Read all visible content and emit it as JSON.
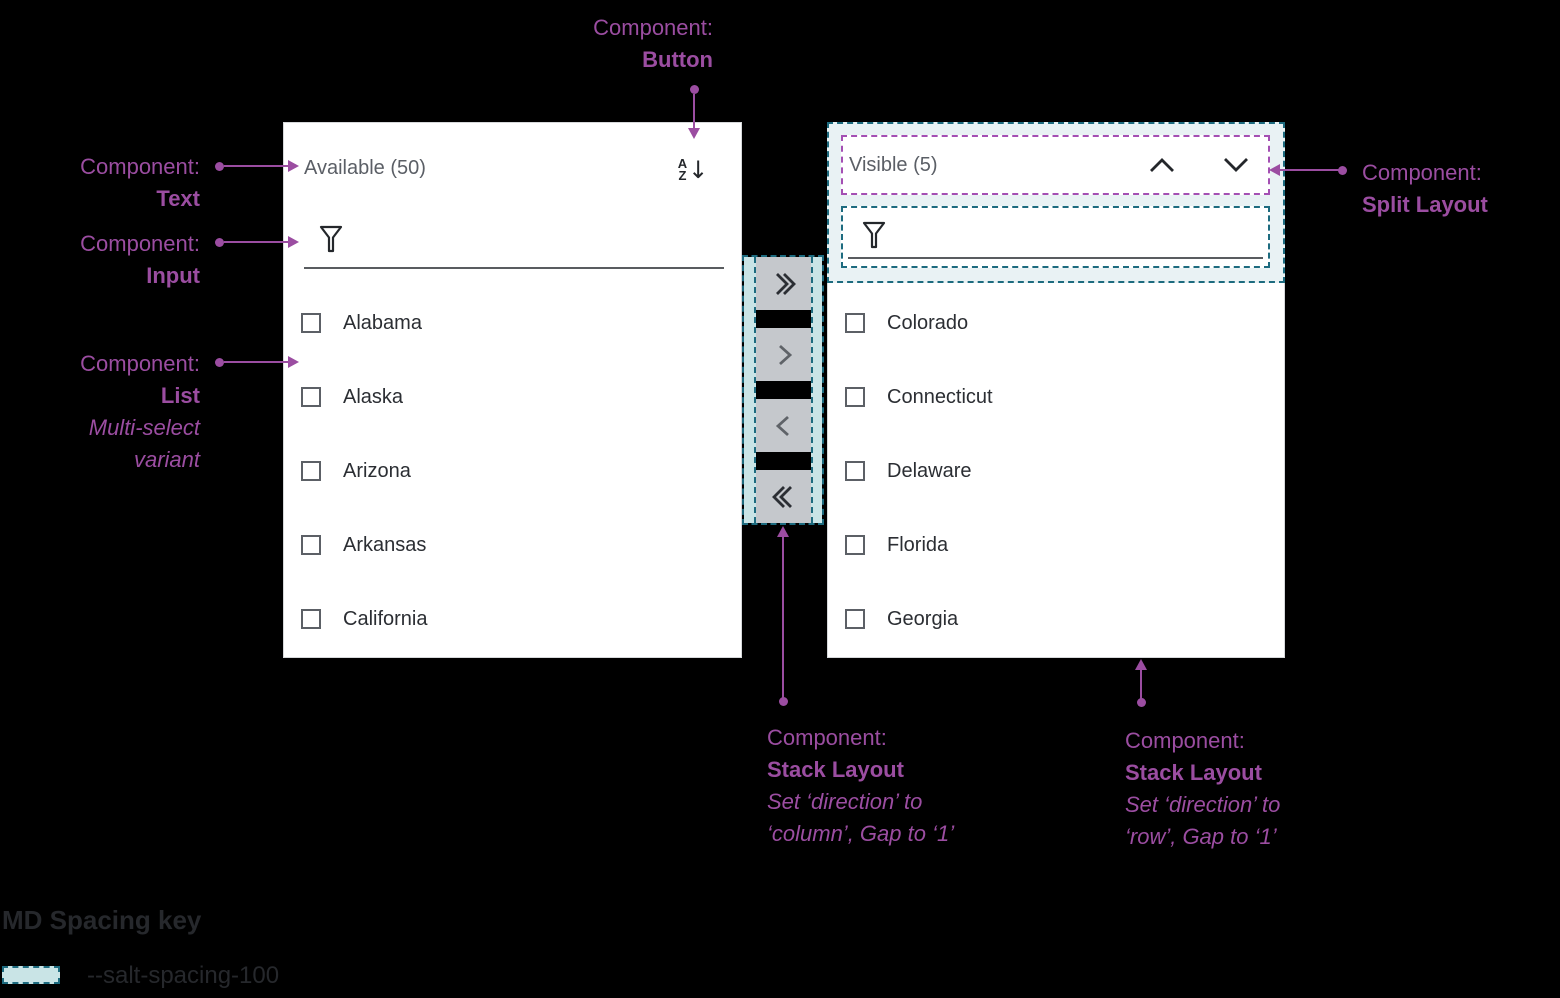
{
  "colors": {
    "page_bg": "#000000",
    "panel_bg": "#ffffff",
    "annotation_purple": "#9b4da1",
    "purple_dash_border": "#a44fb3",
    "teal_dash_border": "#1d6b7f",
    "teal_spacing_fill": "#c9e4e6",
    "transfer_button_bg": "#c5c8cc",
    "title_text": "#5b5f66",
    "list_text": "#2b2e33"
  },
  "left_panel": {
    "title": "Available (50)",
    "sort_icon": "sort-az-descending-icon",
    "filter": {
      "value": "",
      "icon": "filter-funnel-icon"
    },
    "items": [
      {
        "label": "Alabama",
        "checked": false
      },
      {
        "label": "Alaska",
        "checked": false
      },
      {
        "label": "Arizona",
        "checked": false
      },
      {
        "label": "Arkansas",
        "checked": false
      },
      {
        "label": "California",
        "checked": false
      }
    ]
  },
  "right_panel": {
    "title": "Visible (5)",
    "reorder_icons": [
      "chevron-up-icon",
      "chevron-down-icon"
    ],
    "filter": {
      "value": "",
      "icon": "filter-funnel-icon"
    },
    "items": [
      {
        "label": "Colorado",
        "checked": false
      },
      {
        "label": "Connecticut",
        "checked": false
      },
      {
        "label": "Delaware",
        "checked": false
      },
      {
        "label": "Florida",
        "checked": false
      },
      {
        "label": "Georgia",
        "checked": false
      }
    ]
  },
  "transfer_buttons": [
    {
      "icon": "double-chevron-right-icon"
    },
    {
      "icon": "chevron-right-icon"
    },
    {
      "icon": "chevron-left-icon"
    },
    {
      "icon": "double-chevron-left-icon"
    }
  ],
  "annotations": {
    "button": {
      "prefix": "Component:",
      "name": "Button"
    },
    "text": {
      "prefix": "Component:",
      "name": "Text"
    },
    "input": {
      "prefix": "Component:",
      "name": "Input"
    },
    "list": {
      "prefix": "Component:",
      "name": "List",
      "variant_line1": "Multi-select",
      "variant_line2": "variant"
    },
    "split_layout": {
      "prefix": "Component:",
      "name": "Split Layout"
    },
    "stack_column": {
      "prefix": "Component:",
      "name": "Stack Layout",
      "detail1": "Set ‘direction’ to",
      "detail2": "‘column’, Gap to ‘1’"
    },
    "stack_row": {
      "prefix": "Component:",
      "name": "Stack Layout",
      "detail1": "Set ‘direction’ to",
      "detail2": "‘row’, Gap to ‘1’"
    }
  },
  "spacing_key": {
    "title": "MD Spacing key",
    "swatch_icon": "salt-spacing-100-swatch",
    "label": "--salt-spacing-100"
  }
}
